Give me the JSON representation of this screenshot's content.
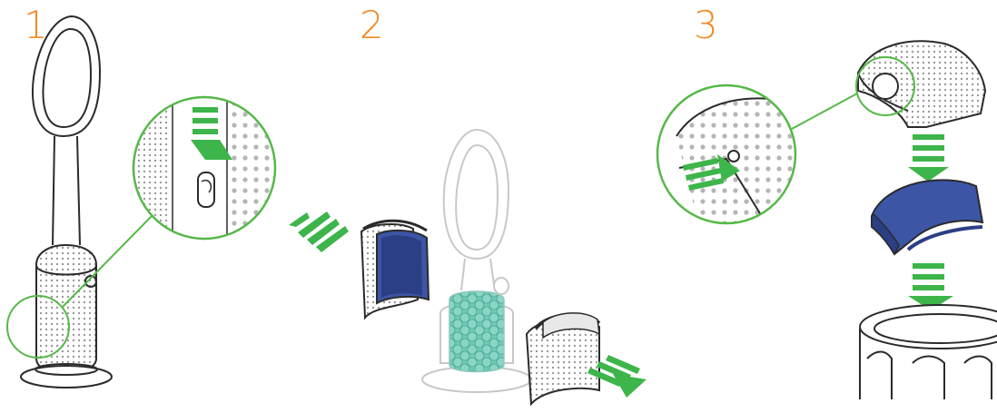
{
  "steps": [
    {
      "number": "1"
    },
    {
      "number": "2"
    },
    {
      "number": "3"
    }
  ],
  "colors": {
    "step_number": "#F08A24",
    "arrow_green": "#3DB54A",
    "callout_green": "#56B848",
    "filter_blue": "#3C55A5",
    "filter_blue_dark": "#2B3F85",
    "hepa_teal": "#6FCAB6",
    "outline": "#2B2B2B",
    "light_outline": "#C8C8C8",
    "mesh_dot": "#9A9A9A"
  }
}
